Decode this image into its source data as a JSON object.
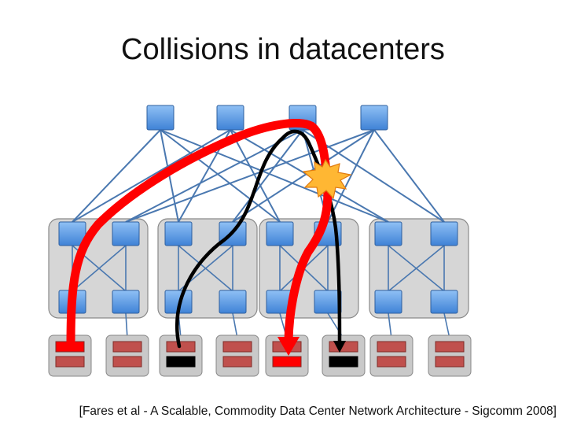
{
  "title": "Collisions in datacenters",
  "citation": "[Fares et al -  A Scalable, Commodity Data Center Network Architecture  - Sigcomm 2008]",
  "colors": {
    "switch_fill": "#5b9be8",
    "switch_stroke": "#2e5f9e",
    "link": "#4a78b0",
    "pod_fill": "#d6d6d6",
    "pod_stroke": "#8a8a8a",
    "rack_fill": "#c9c9c9",
    "server_fill": "#c0504d",
    "server_stroke": "#7f2b28",
    "flow_red": "#ff0000",
    "flow_black": "#000000",
    "collision": "#ffb733"
  },
  "icons": {
    "core_switch": "core-switch-icon",
    "aggregation_switch": "aggregation-switch-icon",
    "edge_switch": "edge-switch-icon",
    "server_rack": "server-rack-icon",
    "collision": "collision-burst-icon"
  },
  "topology": {
    "core_switches": 4,
    "pods": 4,
    "aggregation_switches_per_pod": 2,
    "edge_switches_per_pod": 2,
    "racks": 8,
    "servers_per_rack": 2
  },
  "flows": [
    {
      "name": "red-flow",
      "color": "#ff0000",
      "from_rack": 1,
      "to_rack": 5,
      "via_core": 3
    },
    {
      "name": "black-flow",
      "color": "#000000",
      "from_rack": 3,
      "to_rack": 6,
      "via_core": 3
    }
  ]
}
